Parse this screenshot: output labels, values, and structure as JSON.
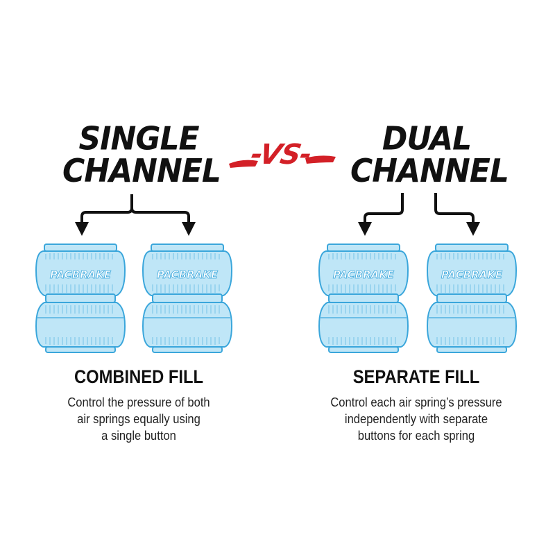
{
  "left": {
    "title_line1": "SINGLE",
    "title_line2": "CHANNEL",
    "heading": "COMBINED FILL",
    "desc_lines": [
      "Control the pressure of both",
      "air springs equally using",
      "a single button"
    ]
  },
  "vs": "-VS-",
  "right": {
    "title_line1": "DUAL",
    "title_line2": "CHANNEL",
    "heading": "SEPARATE FILL",
    "desc_lines": [
      "Control each air spring’s pressure",
      "independently with separate",
      "buttons for each spring"
    ]
  },
  "air_spring": {
    "brand_label": "PACBRAKE"
  },
  "colors": {
    "spring_fill": "#bfe6f7",
    "spring_stroke": "#3aa6db",
    "vs_red": "#d32027",
    "arrow": "#111111"
  }
}
